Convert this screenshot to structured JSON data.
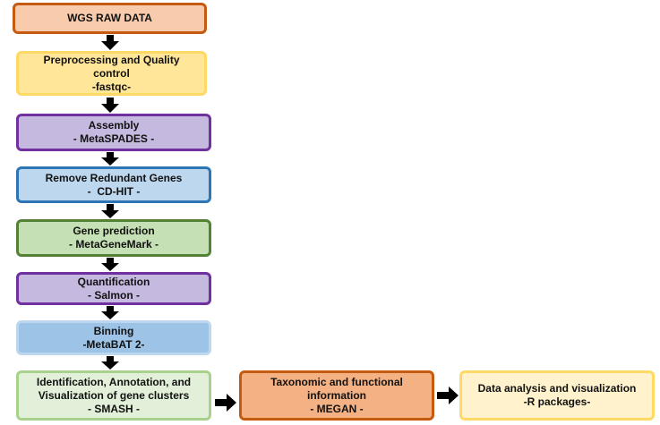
{
  "nodes": {
    "wgs": {
      "lines": [
        "WGS RAW DATA"
      ],
      "fill": "#f8cbad",
      "border": "#c55a11"
    },
    "preprocessing": {
      "lines": [
        "Preprocessing and Quality",
        "control",
        "-fastqc-"
      ],
      "fill": "#ffe699",
      "border": "#ffd966"
    },
    "assembly": {
      "lines": [
        "Assembly",
        "- MetaSPADES -"
      ],
      "fill": "#c5b9df",
      "border": "#7030a0"
    },
    "redundant": {
      "lines": [
        "Remove Redundant Genes",
        "-  CD-HIT -"
      ],
      "fill": "#bdd7ee",
      "border": "#2e75b6"
    },
    "gene_prediction": {
      "lines": [
        "Gene prediction",
        "- MetaGeneMark -"
      ],
      "fill": "#c5e0b4",
      "border": "#548235"
    },
    "quantification": {
      "lines": [
        "Quantification",
        "- Salmon -"
      ],
      "fill": "#c5b9df",
      "border": "#7030a0"
    },
    "binning": {
      "lines": [
        "Binning",
        "-MetaBAT 2-"
      ],
      "fill": "#9dc3e6",
      "border": "#bdd7ee"
    },
    "identification": {
      "lines": [
        "Identification, Annotation, and",
        "Visualization of gene clusters",
        "- SMASH -"
      ],
      "fill": "#e2f0d9",
      "border": "#a9d18e"
    },
    "taxonomic": {
      "lines": [
        "Taxonomic and functional",
        "information",
        "- MEGAN -"
      ],
      "fill": "#f4b183",
      "border": "#c55a11"
    },
    "data_analysis": {
      "lines": [
        "Data analysis and visualization",
        "-R packages-"
      ],
      "fill": "#fff2cc",
      "border": "#ffd966"
    }
  },
  "arrow_color": "#000000"
}
